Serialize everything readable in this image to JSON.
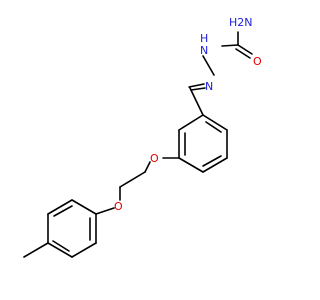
{
  "molecule": {
    "atoms": [
      {
        "id": "N1",
        "label": "H2N",
        "color": "#2020e0"
      },
      {
        "id": "N2",
        "label": "H",
        "sub": "N",
        "color": "#2020e0"
      },
      {
        "id": "N3",
        "label": "N",
        "color": "#2020e0"
      },
      {
        "id": "O1",
        "label": "O",
        "color": "#e00000"
      },
      {
        "id": "O2",
        "label": "O",
        "color": "#e00000"
      },
      {
        "id": "O3",
        "label": "O",
        "color": "#e00000"
      }
    ]
  }
}
